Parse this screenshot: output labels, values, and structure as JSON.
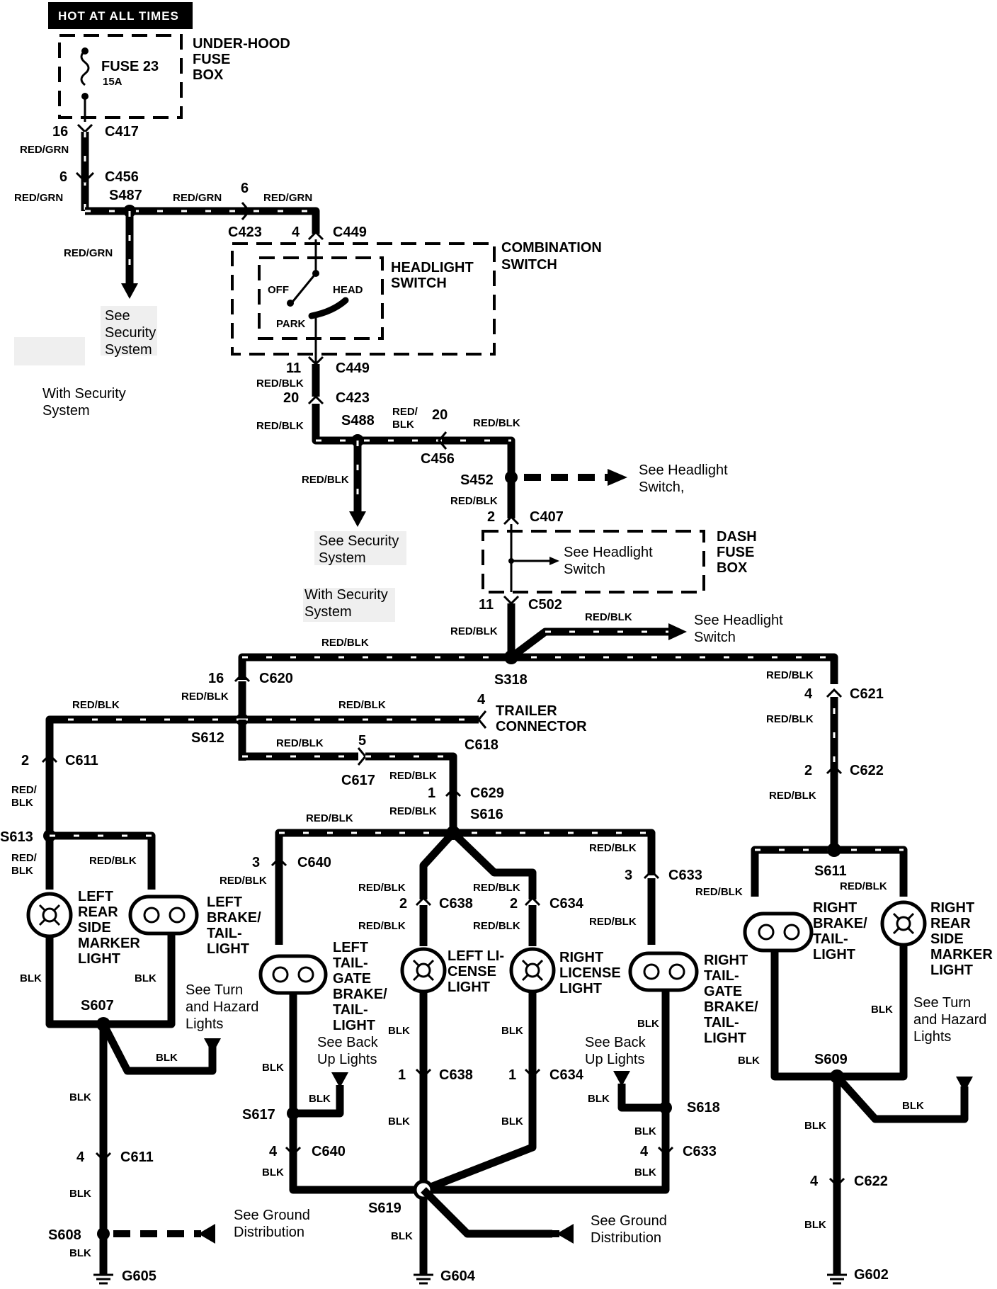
{
  "header": {
    "title": "HOT AT ALL TIMES"
  },
  "components": {
    "under_hood_fuse_box": {
      "label": [
        "UNDER-HOOD",
        "FUSE",
        "BOX"
      ]
    },
    "fuse": {
      "name": "FUSE 23",
      "rating": "15A"
    },
    "combination_switch": {
      "label": [
        "COMBINATION",
        "SWITCH"
      ]
    },
    "headlight_switch": {
      "label": [
        "HEADLIGHT",
        "SWITCH"
      ],
      "positions": {
        "off": "OFF",
        "park": "PARK",
        "head": "HEAD"
      }
    },
    "dash_fuse_box": {
      "label": [
        "DASH",
        "FUSE",
        "BOX"
      ],
      "inner_note": [
        "See Headlight",
        "Switch"
      ]
    },
    "trailer_connector": {
      "label": [
        "TRAILER",
        "CONNECTOR"
      ]
    },
    "left_rear_side_marker": {
      "label": [
        "LEFT",
        "REAR",
        "SIDE",
        "MARKER",
        "LIGHT"
      ]
    },
    "left_brake_tail": {
      "label": [
        "LEFT",
        "BRAKE/",
        "TAIL-",
        "LIGHT"
      ]
    },
    "left_tailgate": {
      "label": [
        "LEFT",
        "TAIL-",
        "GATE",
        "BRAKE/",
        "TAIL-",
        "LIGHT"
      ]
    },
    "left_license": {
      "label": [
        "LEFT LI-",
        "CENSE",
        "LIGHT"
      ]
    },
    "right_license": {
      "label": [
        "RIGHT",
        "LICENSE",
        "LIGHT"
      ]
    },
    "right_tailgate": {
      "label": [
        "RIGHT",
        "TAIL-",
        "GATE",
        "BRAKE/",
        "TAIL-",
        "LIGHT"
      ]
    },
    "right_brake_tail": {
      "label": [
        "RIGHT",
        "BRAKE/",
        "TAIL-",
        "LIGHT"
      ]
    },
    "right_rear_side_marker": {
      "label": [
        "RIGHT",
        "REAR",
        "SIDE",
        "MARKER",
        "LIGHT"
      ]
    }
  },
  "wire_colors": {
    "red_grn": "RED/GRN",
    "red_blk": "RED/BLK",
    "red": "RED/",
    "blk": "BLK"
  },
  "notes": {
    "see_security_system": [
      "See",
      "Security",
      "System"
    ],
    "with_security_system": [
      "With Security",
      "System"
    ],
    "see_security_system_2": [
      "See Security",
      "System"
    ],
    "with_security_system_2": [
      "With Security",
      "System"
    ],
    "see_headlight_switch": [
      "See Headlight",
      "Switch,"
    ],
    "see_headlight_switch_2": [
      "See Headlight",
      "Switch"
    ],
    "see_turn_hazard": [
      "See Turn",
      "and Hazard",
      "Lights"
    ],
    "see_back_up": [
      "See Back",
      "Up Lights"
    ],
    "see_ground_distribution": [
      "See Ground",
      "Distribution"
    ]
  },
  "connectors": {
    "c417": "C417",
    "c456": "C456",
    "c423": "C423",
    "c449": "C449",
    "c407": "C407",
    "c502": "C502",
    "c620": "C620",
    "c621": "C621",
    "c611": "C611",
    "c617": "C617",
    "c618": "C618",
    "c629": "C629",
    "c622": "C622",
    "c640": "C640",
    "c638": "C638",
    "c634": "C634",
    "c633": "C633"
  },
  "splices": {
    "s487": "S487",
    "s488": "S488",
    "s452": "S452",
    "s318": "S318",
    "s612": "S612",
    "s613": "S613",
    "s616": "S616",
    "s611": "S611",
    "s607": "S607",
    "s617": "S617",
    "s618": "S618",
    "s609": "S609",
    "s608": "S608",
    "s619": "S619"
  },
  "grounds": {
    "g605": "G605",
    "g604": "G604",
    "g602": "G602"
  },
  "pins": {
    "p1": "1",
    "p2": "2",
    "p3": "3",
    "p4": "4",
    "p5": "5",
    "p6": "6",
    "p11": "11",
    "p16": "16",
    "p20": "20"
  }
}
